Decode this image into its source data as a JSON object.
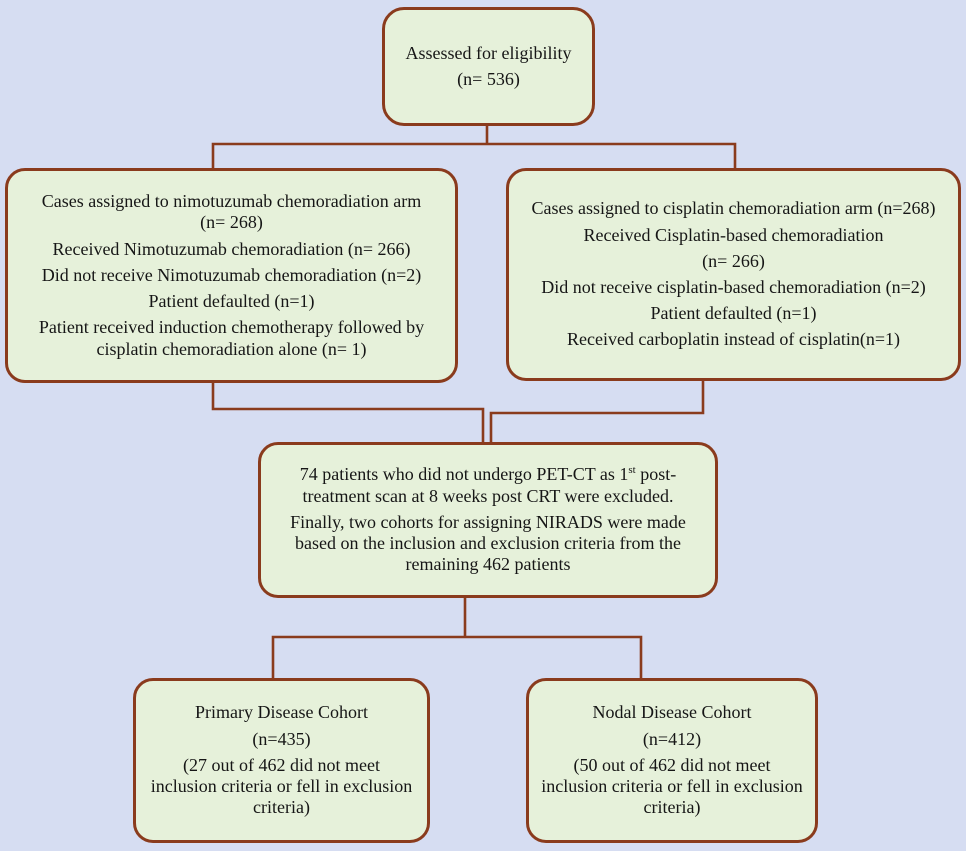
{
  "diagram_type": "patient-flowchart",
  "colors": {
    "background": "#d6ddf2",
    "box_fill": "#e6f1da",
    "box_border": "#8a3b1d",
    "connector": "#8a3b1d",
    "text": "#161616"
  },
  "nodes": {
    "eligibility": {
      "paragraphs": [
        "Assessed for eligibility",
        "(n= 536)"
      ]
    },
    "nimotuzumab_arm": {
      "paragraphs": [
        "Cases assigned to nimotuzumab chemoradiation arm (n= 268)",
        "Received Nimotuzumab chemoradiation (n= 266)",
        "Did not receive Nimotuzumab chemoradiation (n=2)",
        "Patient defaulted (n=1)",
        "Patient received induction chemotherapy followed by cisplatin chemoradiation alone (n= 1)"
      ]
    },
    "cisplatin_arm": {
      "paragraphs": [
        "Cases assigned to cisplatin chemoradiation arm (n=268)",
        "Received Cisplatin-based chemoradiation",
        "(n= 266)",
        "Did not receive cisplatin-based chemoradiation (n=2)",
        "Patient defaulted (n=1)",
        "Received carboplatin instead of cisplatin(n=1)"
      ]
    },
    "exclusion": {
      "p1_before_sup": "74 patients who did not undergo PET-CT as 1",
      "p1_sup": "st",
      "p1_after_sup": " post-treatment scan at 8 weeks post CRT were excluded.",
      "p2": "Finally, two cohorts for assigning NIRADS were made based on the inclusion and exclusion criteria from the remaining 462 patients"
    },
    "primary_cohort": {
      "paragraphs": [
        "Primary Disease Cohort",
        "(n=435)",
        "(27 out of 462 did not meet inclusion criteria or fell in exclusion criteria)"
      ]
    },
    "nodal_cohort": {
      "paragraphs": [
        "Nodal Disease Cohort",
        "(n=412)",
        "(50 out of 462 did not meet inclusion criteria or fell in exclusion criteria)"
      ]
    }
  }
}
